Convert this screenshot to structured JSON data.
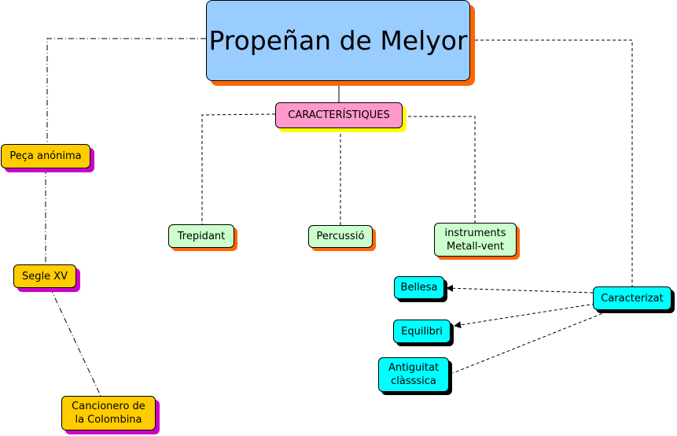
{
  "colors": {
    "main_fill": "#99ccff",
    "main_shadow": "#ff6600",
    "pink_fill": "#ff99cc",
    "pink_shadow": "#ffff00",
    "yellow_fill": "#ffcc00",
    "yellow_shadow": "#cc00cc",
    "green_fill": "#ccffcc",
    "green_shadow": "#ff6600",
    "cyan_fill": "#00ffff",
    "cyan_shadow": "#000000"
  },
  "nodes": {
    "main": "Propeñan de Melyor",
    "caracteristiques": "CARACTERÍSTIQUES",
    "peca": "Peça anónima",
    "segle": "Segle XV",
    "cancionero": "Cancionero de\nla Colombina",
    "trepidant": "Trepidant",
    "percussio": "Percussió",
    "instruments": "instruments\nMetall-vent",
    "caracteritzat": "Caracterizat",
    "bellesa": "Bellesa",
    "equilibri": "Equilibri",
    "antiguitat": "Antiguitat\nclàsssica"
  }
}
